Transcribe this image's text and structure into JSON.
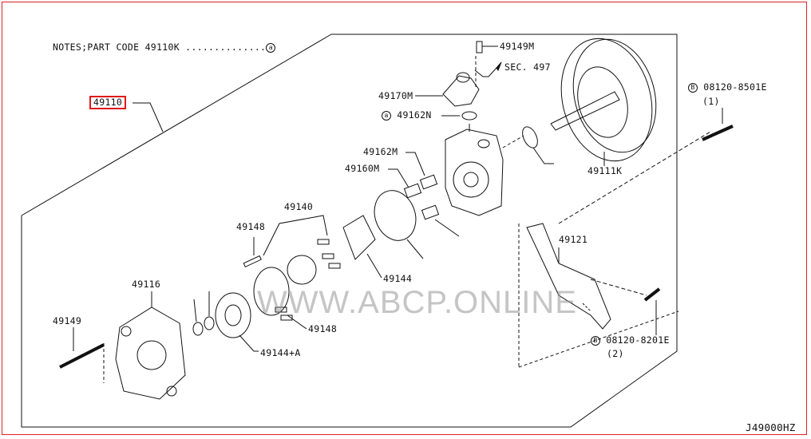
{
  "notes": {
    "text": "NOTES;PART CODE  49110K ..............",
    "marker": "a"
  },
  "assembly_label": "49110",
  "parts": {
    "p49149M": "49149M",
    "sec497": "SEC. 497",
    "p49170M": "49170M",
    "p49162N": "49162N",
    "p49162M": "49162M",
    "p49160M": "49160M",
    "p49111K": "49111K",
    "bolt_top": "08120-8501E",
    "bolt_top_qty": "(1)",
    "p49140": "49140",
    "p49148a": "49148",
    "p49121": "49121",
    "p49116": "49116",
    "p49144": "49144",
    "p49149": "49149",
    "p49148b": "49148",
    "p49144A": "49144+A",
    "bolt_bottom": "08120-8201E",
    "bolt_bottom_qty": "(2)"
  },
  "markers": {
    "a": "a",
    "b": "B"
  },
  "diagram_code": "J49000HZ",
  "watermark": "WWW.ABCP.ONLINE"
}
